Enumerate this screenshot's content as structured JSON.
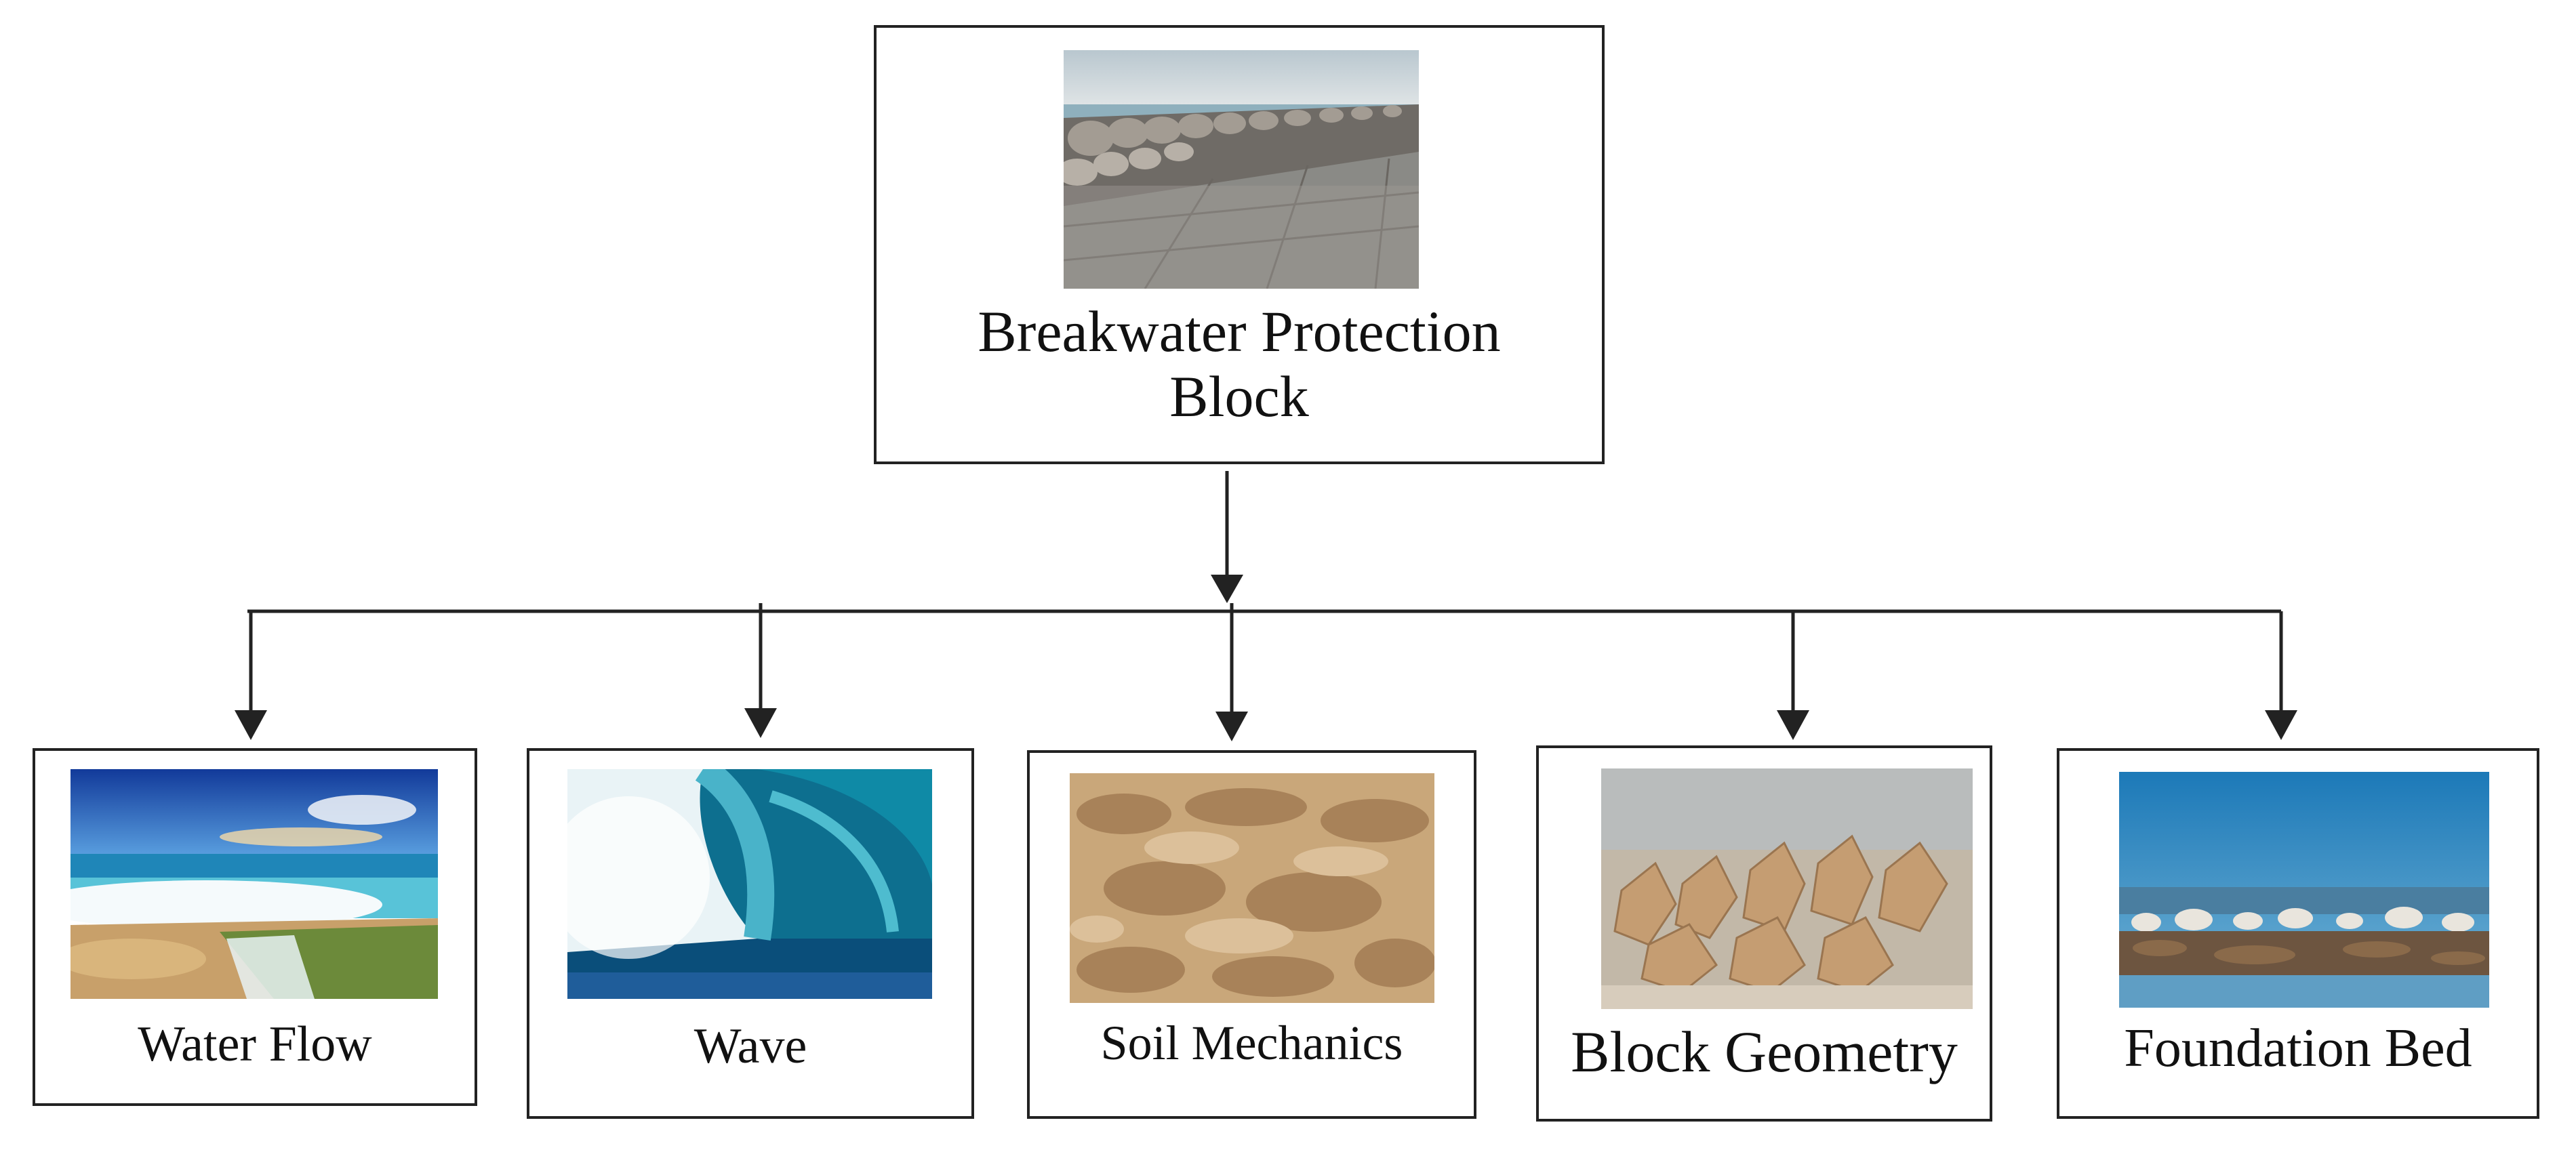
{
  "root": {
    "label_line1": "Breakwater Protection",
    "label_line2": "Block",
    "image": "breakwater-photo"
  },
  "children": [
    {
      "label": "Water Flow",
      "image": "beach-surf-photo"
    },
    {
      "label": "Wave",
      "image": "curling-wave-photo"
    },
    {
      "label": "Soil Mechanics",
      "image": "sand-photo"
    },
    {
      "label": "Block Geometry",
      "image": "tetrapod-blocks-photo"
    },
    {
      "label": "Foundation Bed",
      "image": "rocky-shore-photo"
    }
  ],
  "colors": {
    "line": "#222222",
    "background": "#ffffff",
    "text": "#111111"
  }
}
